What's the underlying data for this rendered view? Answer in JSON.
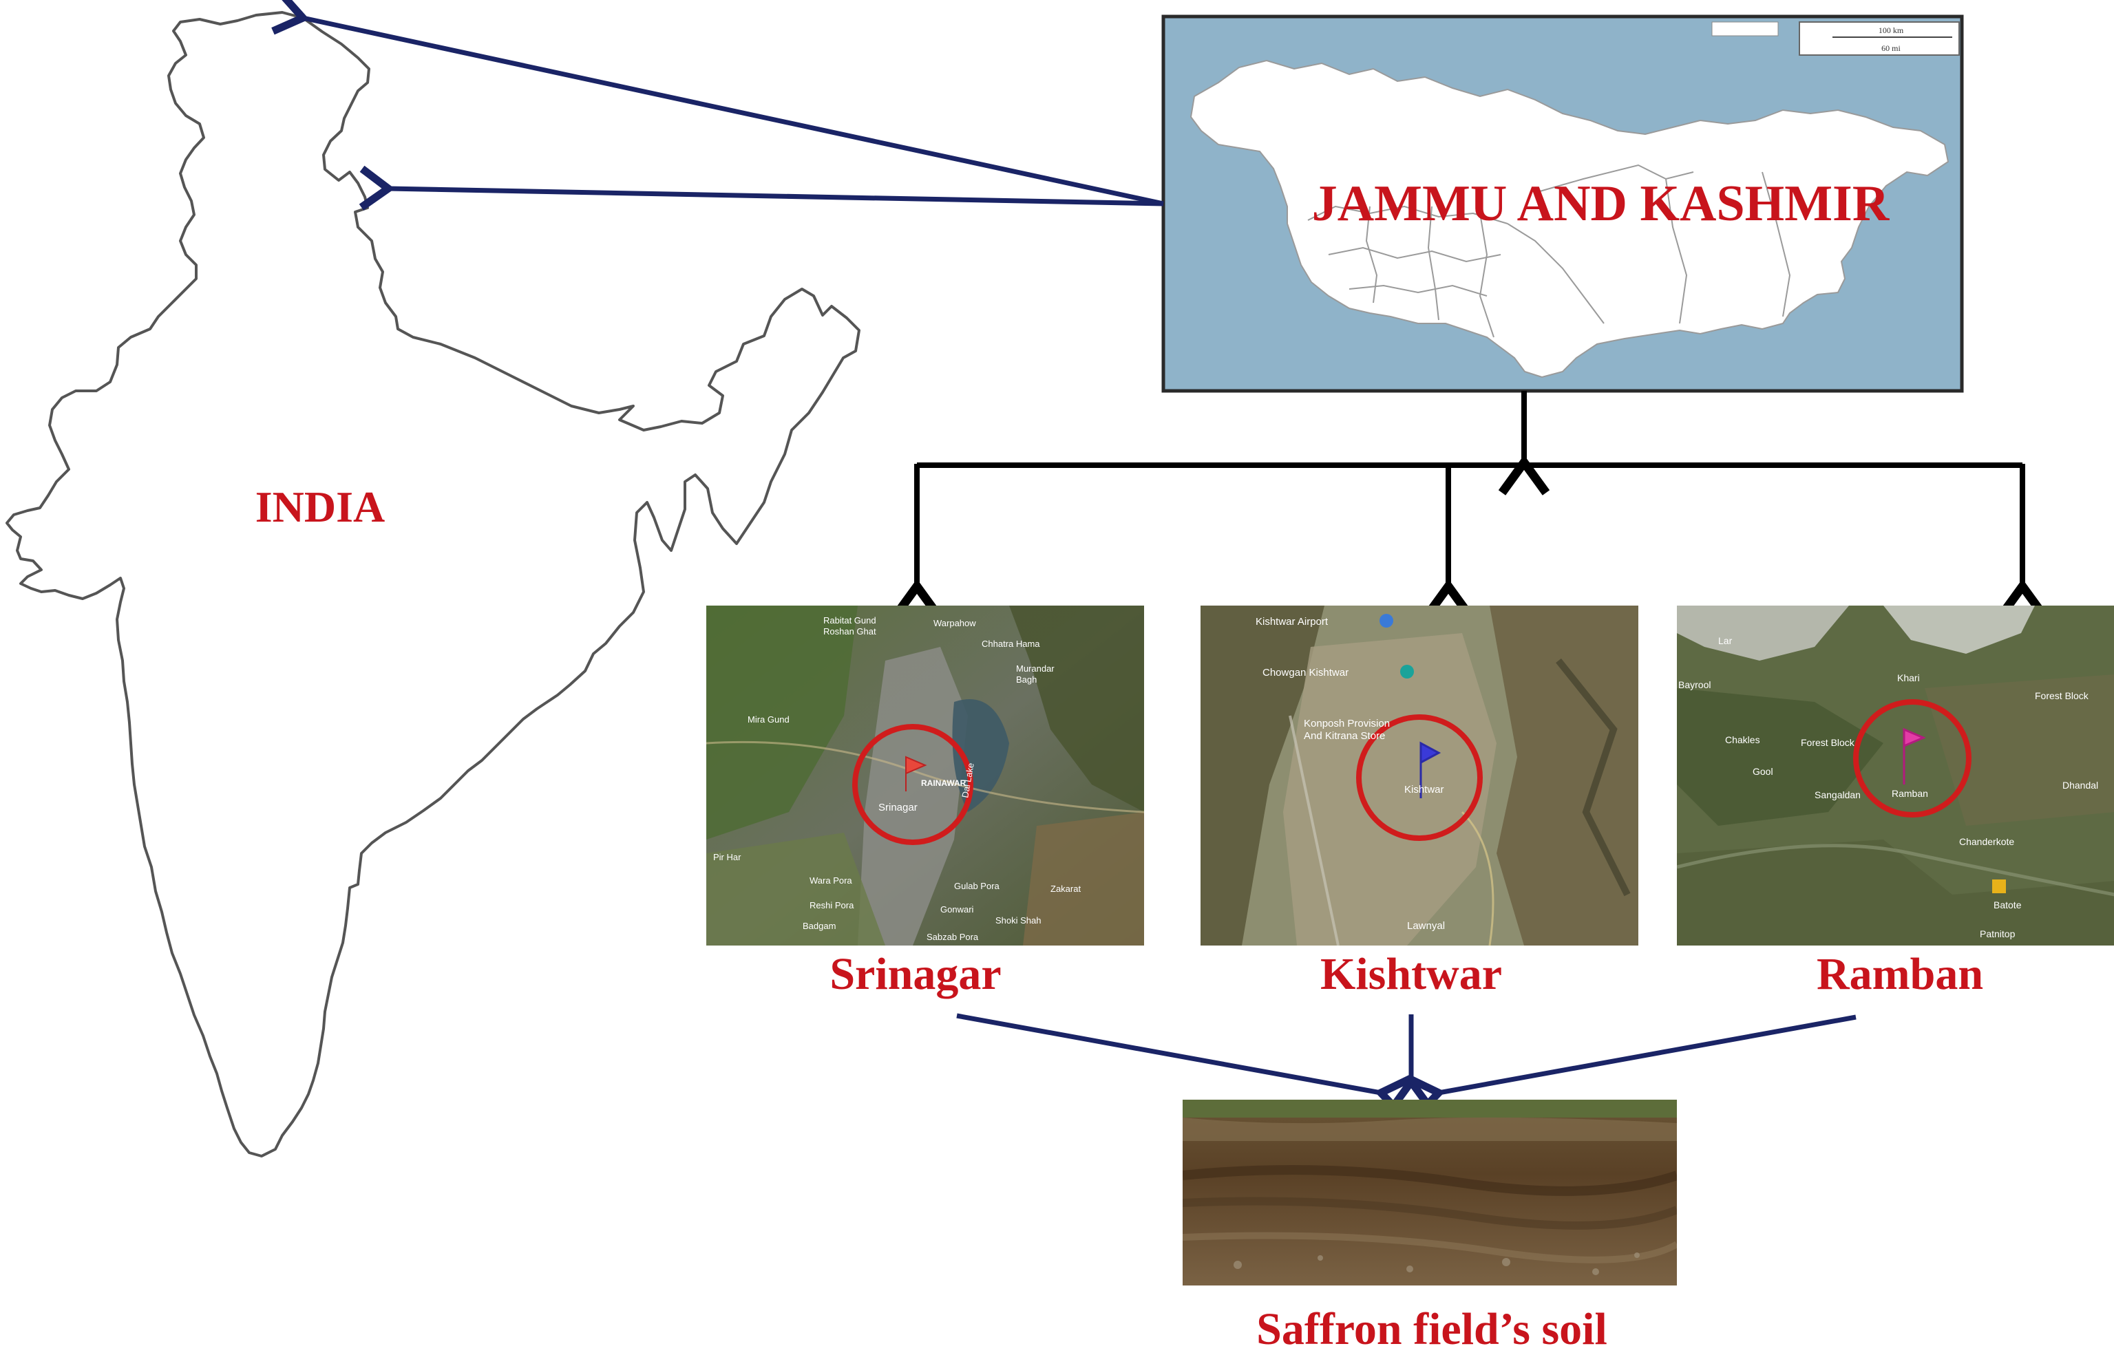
{
  "india": {
    "label": "INDIA"
  },
  "state": {
    "label": "JAMMU AND KASHMIR",
    "scale_top": "100 km",
    "scale_bottom": "60 mi"
  },
  "districts": [
    {
      "name": "Srinagar",
      "map_labels": [
        "Rabitat Gund",
        "Roshan Ghat",
        "Warpahow",
        "Chhatra Hama",
        "Murandar",
        "Bagh",
        "Mira Gund",
        "Dal Lake",
        "RAINAWAR",
        "Srinagar",
        "Wara Pora",
        "Gulab Pora",
        "Zakarat",
        "Reshi Pora",
        "Gonwari",
        "Shoki Shah",
        "Badgam",
        "Sabzab Pora",
        "Pir Har"
      ]
    },
    {
      "name": "Kishtwar",
      "map_labels": [
        "Kishtwar Airport",
        "Chowgan Kishtwar",
        "Konposh Provision",
        "And Kitrana Store",
        "Kishtwar",
        "Lawnyal"
      ]
    },
    {
      "name": "Ramban",
      "map_labels": [
        "Lar",
        "Khari",
        "Forest Block",
        "Chakles",
        "Forest Block",
        "Gool",
        "Sangaldan",
        "Ramban",
        "Dhandal",
        "Chanderkote",
        "Batote",
        "Patnitop",
        "Bayrool"
      ]
    }
  ],
  "result": {
    "label": "Saffron field’s soil"
  },
  "colors": {
    "label_red": "#c8141c",
    "arrow_navy": "#1a2466",
    "arrow_black": "#000000",
    "circle_red": "#d01c1c",
    "sea_blue": "#8fb3c9"
  }
}
